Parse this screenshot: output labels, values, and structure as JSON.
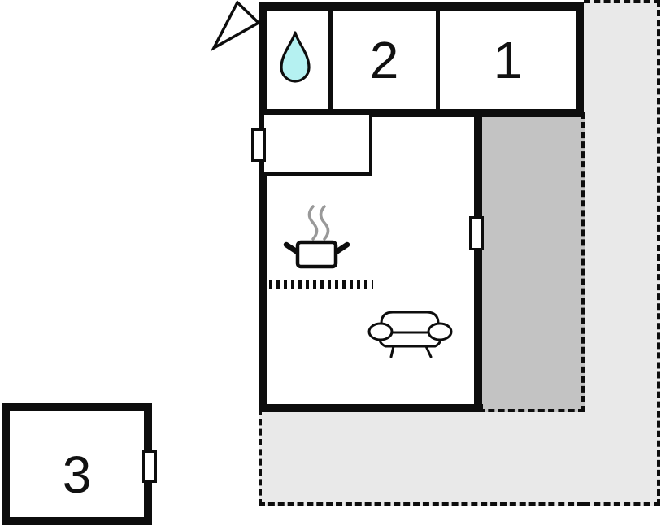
{
  "plan": {
    "type": "floor-plan",
    "rooms": [
      {
        "key": "room1",
        "label": "1"
      },
      {
        "key": "room2",
        "label": "2"
      },
      {
        "key": "room3",
        "label": "3"
      }
    ],
    "features": {
      "bathroom_icon": "water-drop",
      "kitchen_icon": "steaming-pot",
      "living_icon": "sofa",
      "entrance_icon": "entrance-arrow",
      "window_markers": 3,
      "outdoor_areas": [
        "terrace-right",
        "terrace-bottom",
        "balcony"
      ]
    }
  },
  "colors": {
    "wall": "#0d0d0d",
    "outline_dash": "#0d0d0d",
    "room_fill": "#ffffff",
    "terrace_fill": "#e9e9e9",
    "balcony_fill": "#c3c3c3",
    "drop_fill": "#b5f1f1",
    "steam": "#999999"
  }
}
